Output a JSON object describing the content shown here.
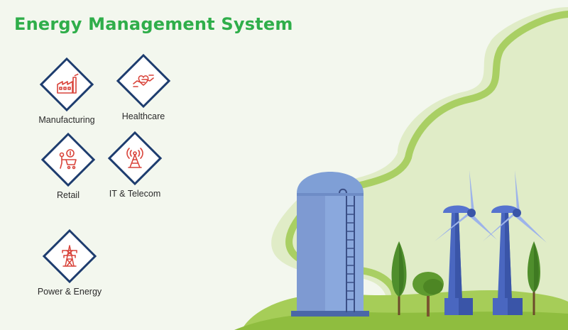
{
  "title": "Energy Management System",
  "accent_color": "#2fae4a",
  "icon_frame_color": "#1d3c6e",
  "icon_line_color": "#d9443b",
  "industries": [
    {
      "label": "Manufacturing",
      "icon": "factory-icon"
    },
    {
      "label": "Healthcare",
      "icon": "hands-heart-icon"
    },
    {
      "label": "Retail",
      "icon": "shopping-cart-icon"
    },
    {
      "label": "IT & Telecom",
      "icon": "signal-tower-icon"
    },
    {
      "label": "Power & Energy",
      "icon": "power-pylon-icon"
    }
  ]
}
